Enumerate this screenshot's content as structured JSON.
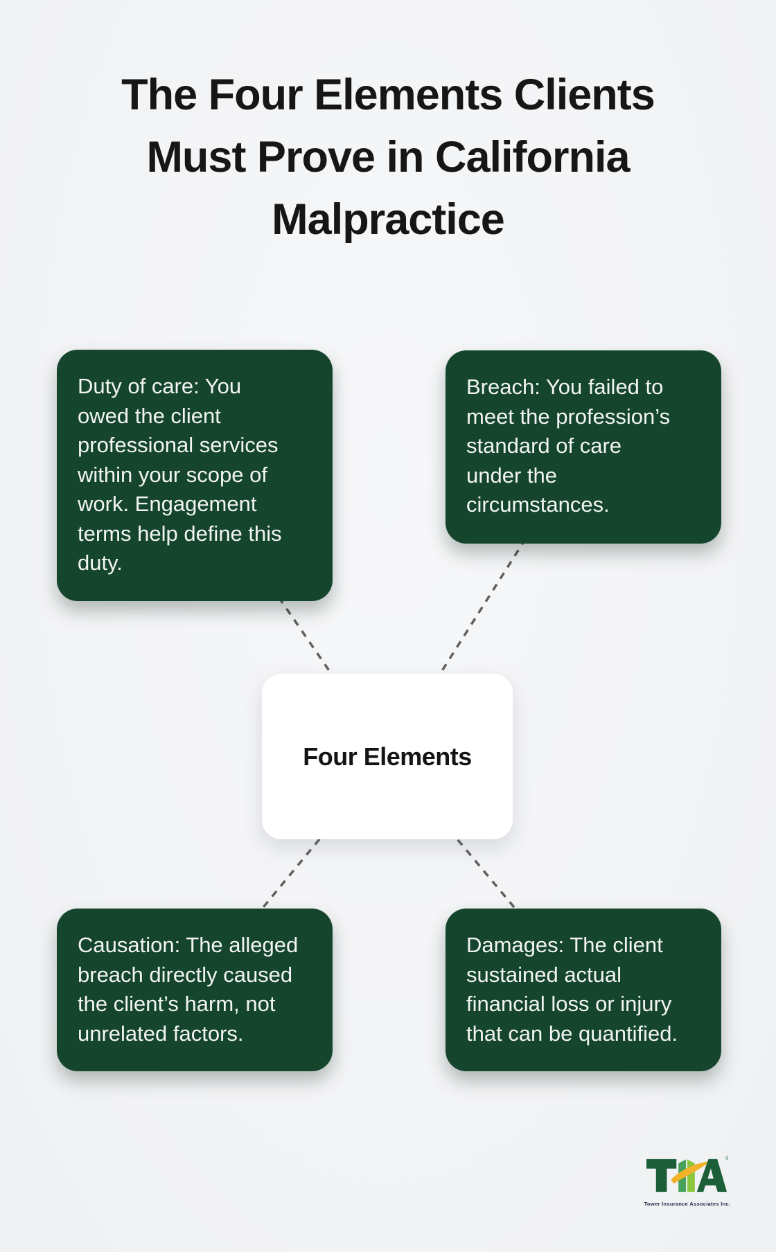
{
  "title": {
    "lines": [
      "The Four Elements Clients",
      "Must Prove in California",
      "Malpractice"
    ]
  },
  "center_node": {
    "label": "Four Elements"
  },
  "nodes": [
    {
      "id": "duty-of-care",
      "lines": [
        "Duty of care: You",
        "owed the client",
        "professional services",
        "within your scope of",
        "work. Engagement",
        "terms help define this",
        "duty."
      ]
    },
    {
      "id": "breach",
      "lines": [
        "Breach: You failed to",
        "meet the profession’s",
        "standard of care",
        "under the",
        "circumstances."
      ]
    },
    {
      "id": "causation",
      "lines": [
        "Causation: The alleged",
        "breach directly caused",
        "the client’s harm, not",
        "unrelated factors."
      ]
    },
    {
      "id": "damages",
      "lines": [
        "Damages: The client",
        "sustained actual",
        "financial loss or injury",
        "that can be quantified."
      ]
    }
  ],
  "logo": {
    "acronym": "TIA",
    "registered_mark": "®",
    "tagline": "Tower Insurance Associates Inc."
  },
  "colors": {
    "page_background": "#f3f4f6",
    "box_green": "#16452e",
    "text_on_green": "#f2f5f3",
    "title_text": "#161616",
    "center_label": "#141414",
    "connector": "#606060",
    "logo_dark_green": "#1b5e38",
    "logo_mid_green": "#46a25b",
    "logo_light_green": "#8cc63f",
    "logo_gold": "#f2b32b",
    "logo_text": "#1f2a44"
  }
}
